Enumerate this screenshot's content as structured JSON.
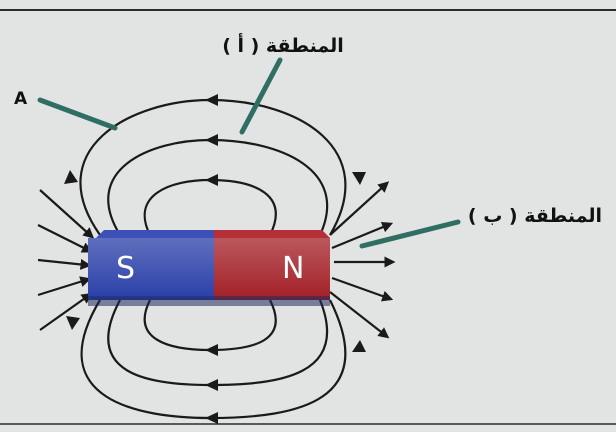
{
  "labels": {
    "region_a": "المنطقة ( أ )",
    "region_b": "المنطقة ( ب )",
    "point_a": "A"
  },
  "magnet": {
    "south": "S",
    "north": "N",
    "south_color": "#2a3fa8",
    "north_color": "#a32027"
  },
  "colors": {
    "field_line": "#1a1a1a",
    "pointer": "#2f6e63",
    "frame": "#2b2b2b"
  }
}
